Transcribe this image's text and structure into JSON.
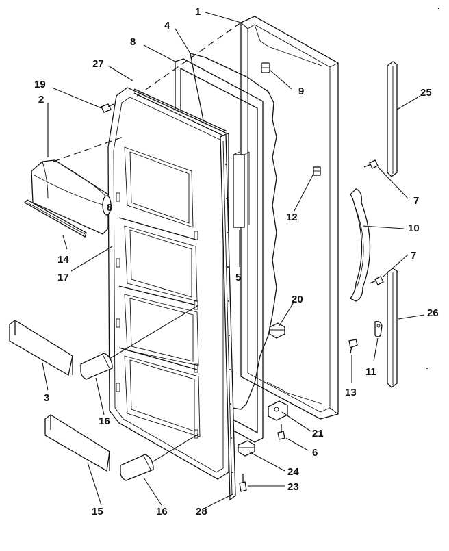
{
  "callouts": {
    "c1": "1",
    "c2": "2",
    "c3": "3",
    "c4": "4",
    "c5": "5",
    "c6": "6",
    "c7a": "7",
    "c7b": "7",
    "c8a": "8",
    "c8b": "8",
    "c9": "9",
    "c10": "10",
    "c11": "11",
    "c12": "12",
    "c13": "13",
    "c14": "14",
    "c15": "15",
    "c16a": "16",
    "c16b": "16",
    "c17": "17",
    "c19": "19",
    "c20": "20",
    "c21": "21",
    "c23": "23",
    "c24": "24",
    "c25": "25",
    "c26": "26",
    "c27": "27",
    "c28": "28"
  }
}
